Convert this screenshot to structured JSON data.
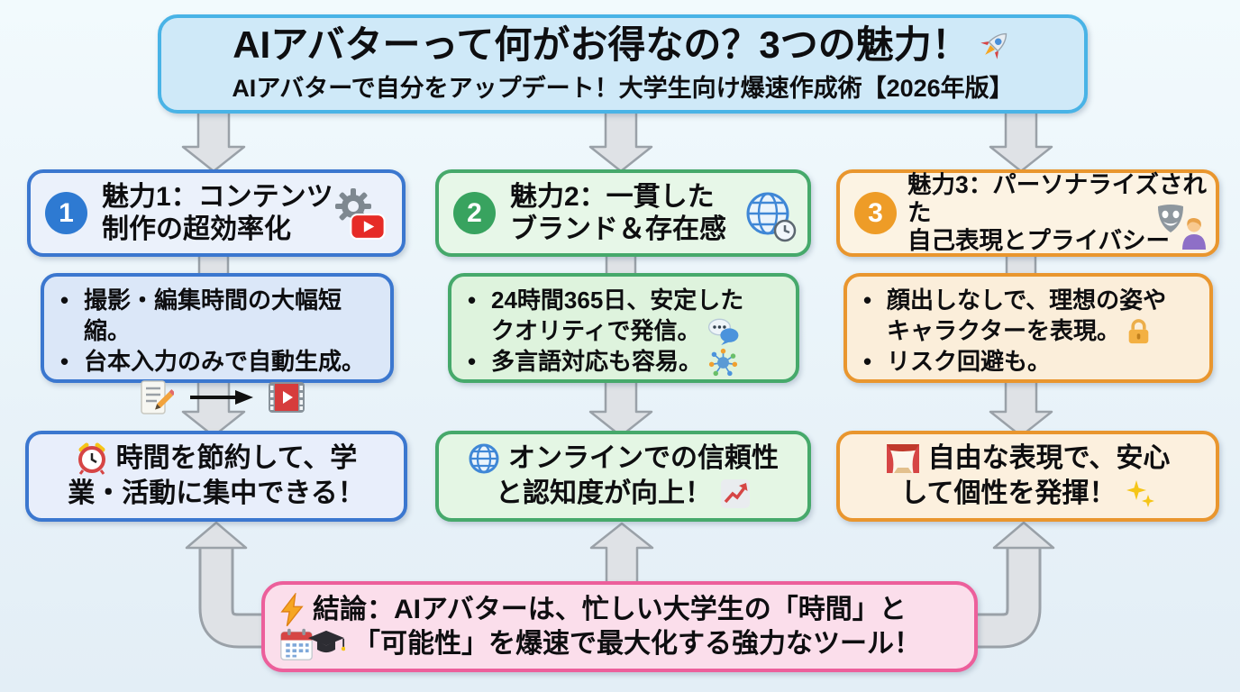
{
  "page": {
    "background_top": "#f2fafd",
    "background_bottom": "#e3eef6"
  },
  "title": {
    "heading": "AIアバターって何がお得なの？3つの魅力！",
    "heading_icon": "rocket-icon",
    "subtitle": "AIアバターで自分をアップデート！大学生向け爆速作成術【2026年版】",
    "fill": "#cfe9f8",
    "border": "#49b3e6"
  },
  "columns": [
    {
      "number": "1",
      "accent": "#2e7ad2",
      "border": "#3b77cf",
      "header_lines": [
        "魅力1：コンテンツ",
        "制作の超効率化"
      ],
      "header_icons": [
        "gear-icon",
        "youtube-play-icon"
      ],
      "bullets": [
        {
          "lines": [
            "撮影・編集時間の大幅短縮。"
          ]
        },
        {
          "lines": [
            "台本入力のみで自動生成。"
          ]
        }
      ],
      "flow_icons": [
        "memo-pencil-icon",
        "long-arrow-icon",
        "film-play-icon"
      ],
      "result": {
        "icon": "alarm-clock-icon",
        "lines": [
          "時間を節約して、学",
          "業・活動に集中できる！"
        ]
      }
    },
    {
      "number": "2",
      "accent": "#38a35f",
      "border": "#46a96b",
      "header_lines": [
        "魅力2：一貫した",
        "ブランド＆存在感"
      ],
      "header_icons": [
        "globe-clock-icon"
      ],
      "bullets": [
        {
          "lines": [
            "24時間365日、安定した",
            "クオリティで発信。"
          ],
          "icon": "speech-bubble-icon"
        },
        {
          "lines": [
            "多言語対応も容易。"
          ],
          "icon": "network-icon"
        }
      ],
      "result": {
        "icon": "globe-icon",
        "lines": [
          "オンラインでの信頼性",
          "と認知度が向上！"
        ],
        "icon_after": "chart-up-icon"
      }
    },
    {
      "number": "3",
      "accent": "#ee9c27",
      "border": "#e9962e",
      "header_lines": [
        "魅力3：パーソナライズされた",
        "自己表現とプライバシー"
      ],
      "header_icons": [
        "theater-mask-icon",
        "person-icon"
      ],
      "bullets": [
        {
          "lines": [
            "顔出しなしで、理想の姿や",
            "キャラクターを表現。"
          ],
          "icon": "lock-icon"
        },
        {
          "lines": [
            "リスク回避も。"
          ]
        }
      ],
      "result": {
        "icon": "stage-curtain-icon",
        "lines": [
          "自由な表現で、安心",
          "して個性を発揮！"
        ],
        "icon_after": "sparkles-icon"
      }
    }
  ],
  "conclusion": {
    "border": "#ec5f9b",
    "fill": "#fbdeeb",
    "line1_icons": [
      "lightning-icon"
    ],
    "line2_icons": [
      "calendar-icon",
      "graduation-cap-icon"
    ],
    "lines": [
      "結論：AIアバターは、忙しい大学生の「時間」と",
      "「可能性」を爆速で最大化する強力なツール！"
    ]
  }
}
